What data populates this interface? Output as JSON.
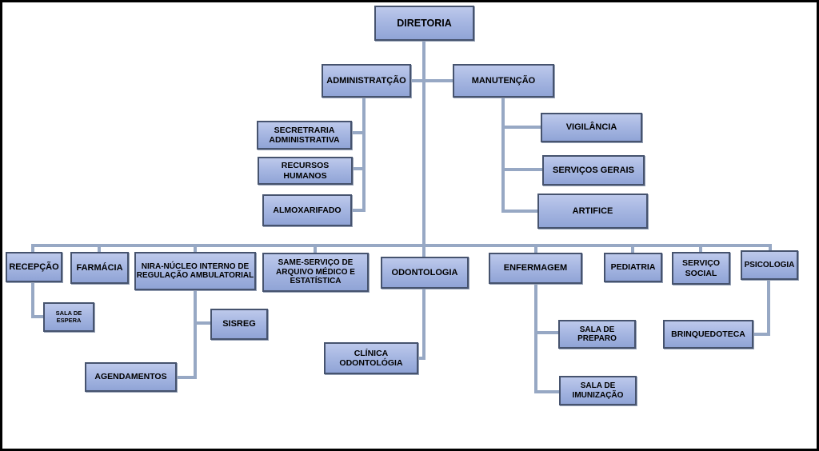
{
  "colors": {
    "box_fill_top": "#bdc9eb",
    "box_fill_bottom": "#90a4d6",
    "box_border": "#46536e",
    "connector": "#97a8c4",
    "text": "#000000",
    "frame_border": "#000000",
    "background": "#ffffff"
  },
  "org": {
    "diretoria": {
      "label": "DIRETORIA",
      "children": [
        "administratcao",
        "manutencao",
        "recepcao",
        "farmacia",
        "nira",
        "same",
        "odontologia",
        "enfermagem",
        "pediatria",
        "servico_social",
        "psicologia"
      ]
    },
    "administratcao": {
      "label": "ADMINISTRATÇÃO",
      "children": [
        "secretaria",
        "recursos",
        "almoxarifado"
      ]
    },
    "manutencao": {
      "label": "MANUTENÇÃO",
      "children": [
        "vigilancia",
        "servicos_gerais",
        "artifice"
      ]
    },
    "secretaria": {
      "label": "SECRETRARIA\nADMINISTRATIVA",
      "children": []
    },
    "recursos": {
      "label": "RECURSOS\nHUMANOS",
      "children": []
    },
    "almoxarifado": {
      "label": "ALMOXARIFADO",
      "children": []
    },
    "vigilancia": {
      "label": "VIGILÂNCIA",
      "children": []
    },
    "servicos_gerais": {
      "label": "SERVIÇOS GERAIS",
      "children": []
    },
    "artifice": {
      "label": "ARTIFICE",
      "children": []
    },
    "recepcao": {
      "label": "RECEPÇÃO",
      "children": [
        "sala_espera"
      ]
    },
    "farmacia": {
      "label": "FARMÁCIA",
      "children": []
    },
    "nira": {
      "label": "NIRA-NÚCLEO INTERNO DE\nREGULAÇÃO AMBULATORIAL",
      "children": [
        "sisreg",
        "agendamentos"
      ]
    },
    "same": {
      "label": "SAME-SERVIÇO DE\nARQUIVO MÉDICO E\nESTATÍSTICA",
      "children": []
    },
    "odontologia": {
      "label": "ODONTOLOGIA",
      "children": [
        "clinica_odontologia"
      ]
    },
    "enfermagem": {
      "label": "ENFERMAGEM",
      "children": [
        "sala_preparo",
        "sala_imunizacao"
      ]
    },
    "pediatria": {
      "label": "PEDIATRIA",
      "children": []
    },
    "servico_social": {
      "label": "SERVIÇO\nSOCIAL",
      "children": []
    },
    "psicologia": {
      "label": "PSICOLOGIA",
      "children": [
        "brinquedoteca"
      ]
    },
    "sala_espera": {
      "label": "SALA DE ESPERA",
      "children": []
    },
    "sisreg": {
      "label": "SISREG",
      "children": []
    },
    "agendamentos": {
      "label": "AGENDAMENTOS",
      "children": []
    },
    "clinica_odontologia": {
      "label": "CLÍNICA\nODONTOLÓGIA",
      "children": []
    },
    "sala_preparo": {
      "label": "SALA DE PREPARO",
      "children": []
    },
    "sala_imunizacao": {
      "label": "SALA DE\nIMUNIZAÇÃO",
      "children": []
    },
    "brinquedoteca": {
      "label": "BRINQUEDOTECA",
      "children": []
    }
  }
}
